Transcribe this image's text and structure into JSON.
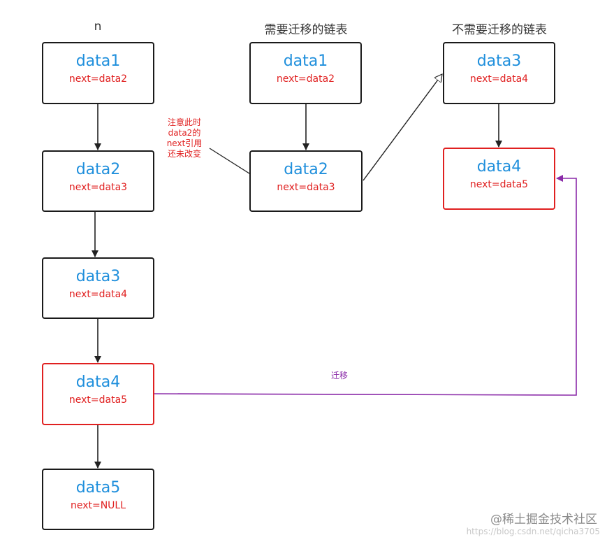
{
  "columns": {
    "n": "n",
    "migrate": "需要迁移的链表",
    "stay": "不需要迁移的链表"
  },
  "left": [
    {
      "name": "data1",
      "next": "next=data2"
    },
    {
      "name": "data2",
      "next": "next=data3"
    },
    {
      "name": "data3",
      "next": "next=data4"
    },
    {
      "name": "data4",
      "next": "next=data5"
    },
    {
      "name": "data5",
      "next": "next=NULL"
    }
  ],
  "middle": [
    {
      "name": "data1",
      "next": "next=data2"
    },
    {
      "name": "data2",
      "next": "next=data3"
    }
  ],
  "right": [
    {
      "name": "data3",
      "next": "next=data4"
    },
    {
      "name": "data4",
      "next": "next=data5"
    }
  ],
  "note": [
    "注意此时",
    "data2的",
    "next引用",
    "还未改变"
  ],
  "migrate_label": "迁移",
  "watermark": "@稀土掘金技术社区",
  "watermark_url": "https://blog.csdn.net/qicha3705",
  "colors": {
    "box_border": "#1a1a1a",
    "highlight_border": "#e02020",
    "name_text": "#1f8fdc",
    "next_text": "#e02020",
    "migrate_arrow": "#8a2aa8"
  }
}
